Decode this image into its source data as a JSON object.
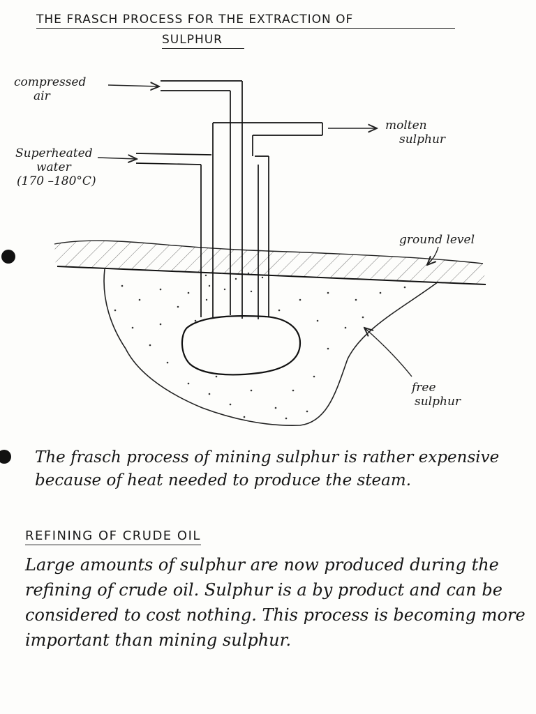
{
  "title": {
    "line1": "THE FRASCH PROCESS FOR THE EXTRACTION OF",
    "line2": "SULPHUR"
  },
  "diagram": {
    "labels": {
      "compressed_air": [
        "compressed",
        "air"
      ],
      "molten_sulphur": [
        "molten",
        "sulphur"
      ],
      "superheated_water": [
        "Superheated",
        "water",
        "(170 –180°C)"
      ],
      "ground_level": "ground level",
      "free_sulphur": [
        "free",
        "sulphur"
      ]
    }
  },
  "notes": {
    "cost_note": "The frasch process of mining sulphur is rather expensive because of heat needed to produce the steam."
  },
  "refining": {
    "heading": "REFINING OF CRUDE OIL",
    "body": "Large amounts of sulphur are now produced during the refining of crude oil. Sulphur is a by product and can be considered to cost nothing. This process is becoming more important than mining sulphur."
  }
}
